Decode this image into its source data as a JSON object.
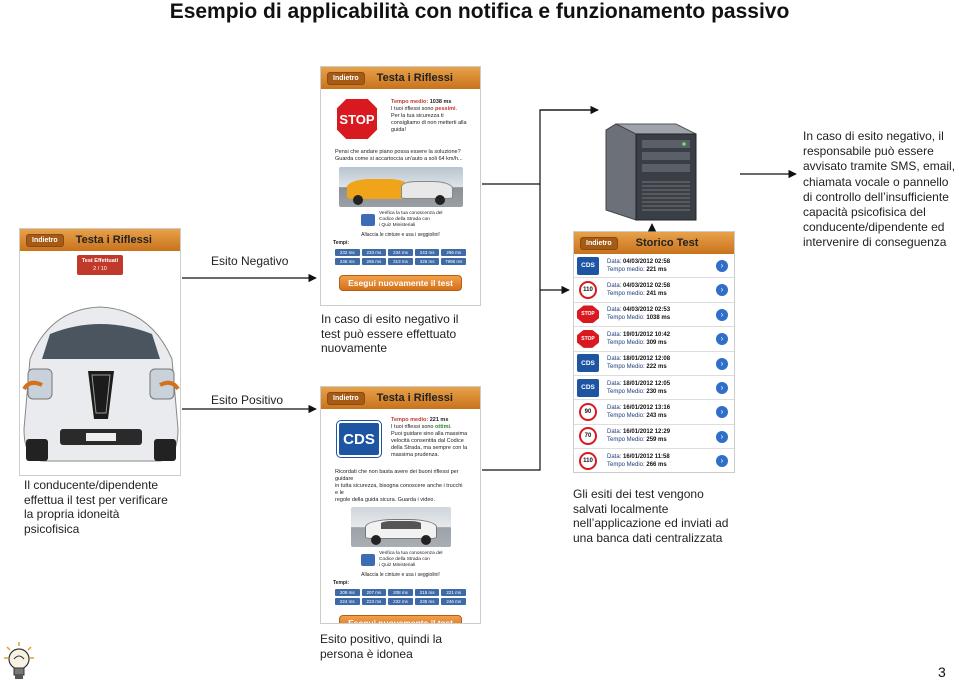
{
  "title": "Esempio di applicabilità con notifica e funzionamento passivo",
  "app": {
    "back_label": "Indietro",
    "test_title": "Testa i Riflessi",
    "history_title": "Storico Test",
    "retry_button": "Esegui nuovamente il test",
    "tests_done_label": "Test Effettuati",
    "tests_done_value": "2 / 10"
  },
  "negative_screen": {
    "avg_label": "Tempo medio:",
    "avg_value": "1038 ms",
    "msg_l1": "I tuoi riflessi sono",
    "msg_bold": "pessimi",
    "msg_l2": "Per la tua sicurezza ti",
    "msg_l3": "consigliamo di non metterti alla",
    "msg_l4": "guida!",
    "note_l1": "Pensi che andare piano possa essere la soluzione?",
    "note_l2": "Guarda come si accartoccia un'auto a soli 64 km/h...",
    "quiz_l1": "Verifica la tua conoscenza del",
    "quiz_l2": "Codice della Strada con",
    "quiz_l3": "i Quiz Ministeriali",
    "belt": "Allaccia le cinture e usa i seggiolini!",
    "times_label": "Tempi:",
    "times": [
      "232 ms",
      "233 ms",
      "234 ms",
      "243 ms",
      "296 ms",
      "246 ms",
      "265 ms",
      "313 ms",
      "326 ms",
      "7996 ms"
    ]
  },
  "positive_screen": {
    "avg_label": "Tempo medio:",
    "avg_value": "221 ms",
    "msg_l1": "I tuoi riflessi sono",
    "msg_bold": "ottimi",
    "msg_l2": "Puoi guidare sino alla massima",
    "msg_l3": "velocità consentita dal Codice",
    "msg_l4": "della Strada, ma sempre con la",
    "msg_l5": "massima prudenza.",
    "note_l1": "Ricordati che non basta avere dei buoni riflessi per guidare",
    "note_l2": "in tutta sicurezza, bisogna conoscere anche i trucchi e le",
    "note_l3": "regole della guida sicura. Guarda i video.",
    "quiz_l1": "Verifica la tua conoscenza del",
    "quiz_l2": "Codice della Strada con",
    "quiz_l3": "i Quiz Ministeriali",
    "belt": "Allaccia le cinture e usa i seggiolini!",
    "times_label": "Tempi:",
    "times": [
      "209 ms",
      "207 ms",
      "208 ms",
      "215 ms",
      "221 ms",
      "224 ms",
      "223 ms",
      "232 ms",
      "235 ms",
      "246 ms"
    ]
  },
  "history": {
    "date_label": "Data:",
    "avg_label": "Tempo medio:",
    "avg_label_alt": "Tempo Medio:",
    "rows": [
      {
        "icon": "CDS",
        "date": "04/03/2012 02:58",
        "avg": "221 ms"
      },
      {
        "icon": "110",
        "date": "04/03/2012 02:58",
        "avg": "241 ms"
      },
      {
        "icon": "STOP",
        "date": "04/03/2012 02:53",
        "avg": "1038 ms"
      },
      {
        "icon": "STOP",
        "date": "19/01/2012 10:42",
        "avg": "309 ms"
      },
      {
        "icon": "CDS",
        "date": "18/01/2012 12:08",
        "avg": "222 ms"
      },
      {
        "icon": "CDS",
        "date": "18/01/2012 12:05",
        "avg": "230 ms"
      },
      {
        "icon": "90",
        "date": "16/01/2012 13:16",
        "avg": "243 ms"
      },
      {
        "icon": "70",
        "date": "16/01/2012 12:29",
        "avg": "259 ms"
      },
      {
        "icon": "110",
        "date": "16/01/2012 11:58",
        "avg": "266 ms"
      }
    ]
  },
  "labels": {
    "esito_negativo": "Esito Negativo",
    "esito_positivo": "Esito Positivo",
    "retry_l1": "In caso di esito negativo il",
    "retry_l2": "test può essere effettuato",
    "retry_l3": "nuovamente",
    "driver_l1": "Il conducente/dipendente",
    "driver_l2": "effettua il test per verificare",
    "driver_l3": "la propria idoneità",
    "driver_l4": "psicofisica",
    "saved_l1": "Gli esiti dei test vengono",
    "saved_l2": "salvati localmente",
    "saved_l3": "nell’applicazione ed inviati ad",
    "saved_l4": "una banca dati centralizzata",
    "notify_l1": "In caso di esito negativo, il",
    "notify_l2": "responsabile può essere",
    "notify_l3": "avvisato tramite SMS, email,",
    "notify_l4": "chiamata vocale o pannello",
    "notify_l5": "di controllo dell’insufficiente",
    "notify_l6": "capacità psicofisica del",
    "notify_l7": "conducente/dipendente ed",
    "notify_l8": "intervenire di conseguenza",
    "positive_l1": "Esito positivo, quindi la",
    "positive_l2": "persona è idonea",
    "page_number": "3"
  },
  "colors": {
    "accent_orange": "#d5701b",
    "stop_red": "#d8191f",
    "cds_blue": "#1d55a3"
  }
}
